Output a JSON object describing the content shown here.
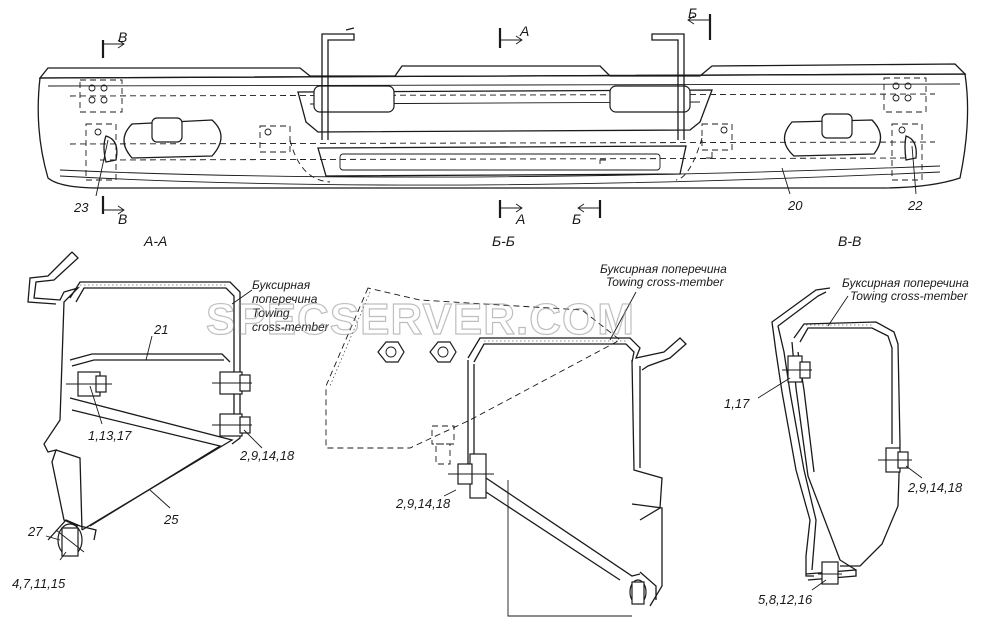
{
  "watermark": "SPECSERVER.COM",
  "front_view": {
    "cut_markers": {
      "a": "А",
      "b": "Б",
      "v": "В"
    },
    "part_labels": {
      "left_bracket": "23",
      "bumper": "20",
      "right_bracket": "22"
    }
  },
  "sections": {
    "aa": {
      "title": "А-А",
      "note_ru_1": "Буксирная",
      "note_ru_2": "поперечина",
      "note_en_1": "Towing",
      "note_en_2": "cross-member",
      "parts": [
        "21",
        "1,13,17",
        "2,9,14,18",
        "25",
        "27",
        "4,7,11,15"
      ]
    },
    "bb": {
      "title": "Б-Б",
      "note_ru": "Буксирная поперечина",
      "note_en": "Towing cross-member",
      "parts": [
        "2,9,14,18"
      ]
    },
    "vv": {
      "title": "В-В",
      "note_ru": "Буксирная поперечина",
      "note_en": "Towing cross-member",
      "parts": [
        "1,17",
        "2,9,14,18",
        "5,8,12,16"
      ]
    }
  }
}
